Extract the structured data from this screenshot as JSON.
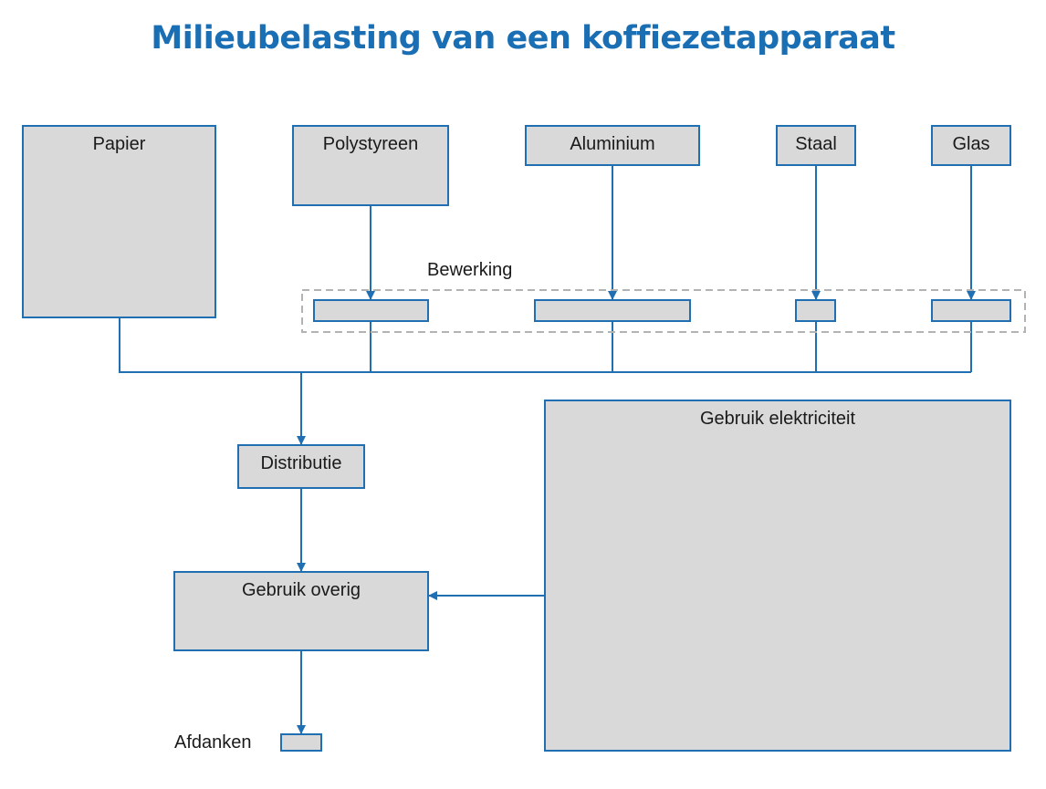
{
  "title": "Milieubelasting van een koffiezetapparaat",
  "colors": {
    "title": "#1a6fb4",
    "line": "#1f6fb2",
    "box_fill": "#d9d9d9",
    "group_border": "#b3b3b3"
  },
  "materials": {
    "papier": "Papier",
    "polystyreen": "Polystyreen",
    "aluminium": "Aluminium",
    "staal": "Staal",
    "glas": "Glas"
  },
  "processing_label": "Bewerking",
  "stages": {
    "distributie": "Distributie",
    "gebruik_overig": "Gebruik overig",
    "gebruik_elektriciteit": "Gebruik elektriciteit",
    "afdanken": "Afdanken"
  }
}
